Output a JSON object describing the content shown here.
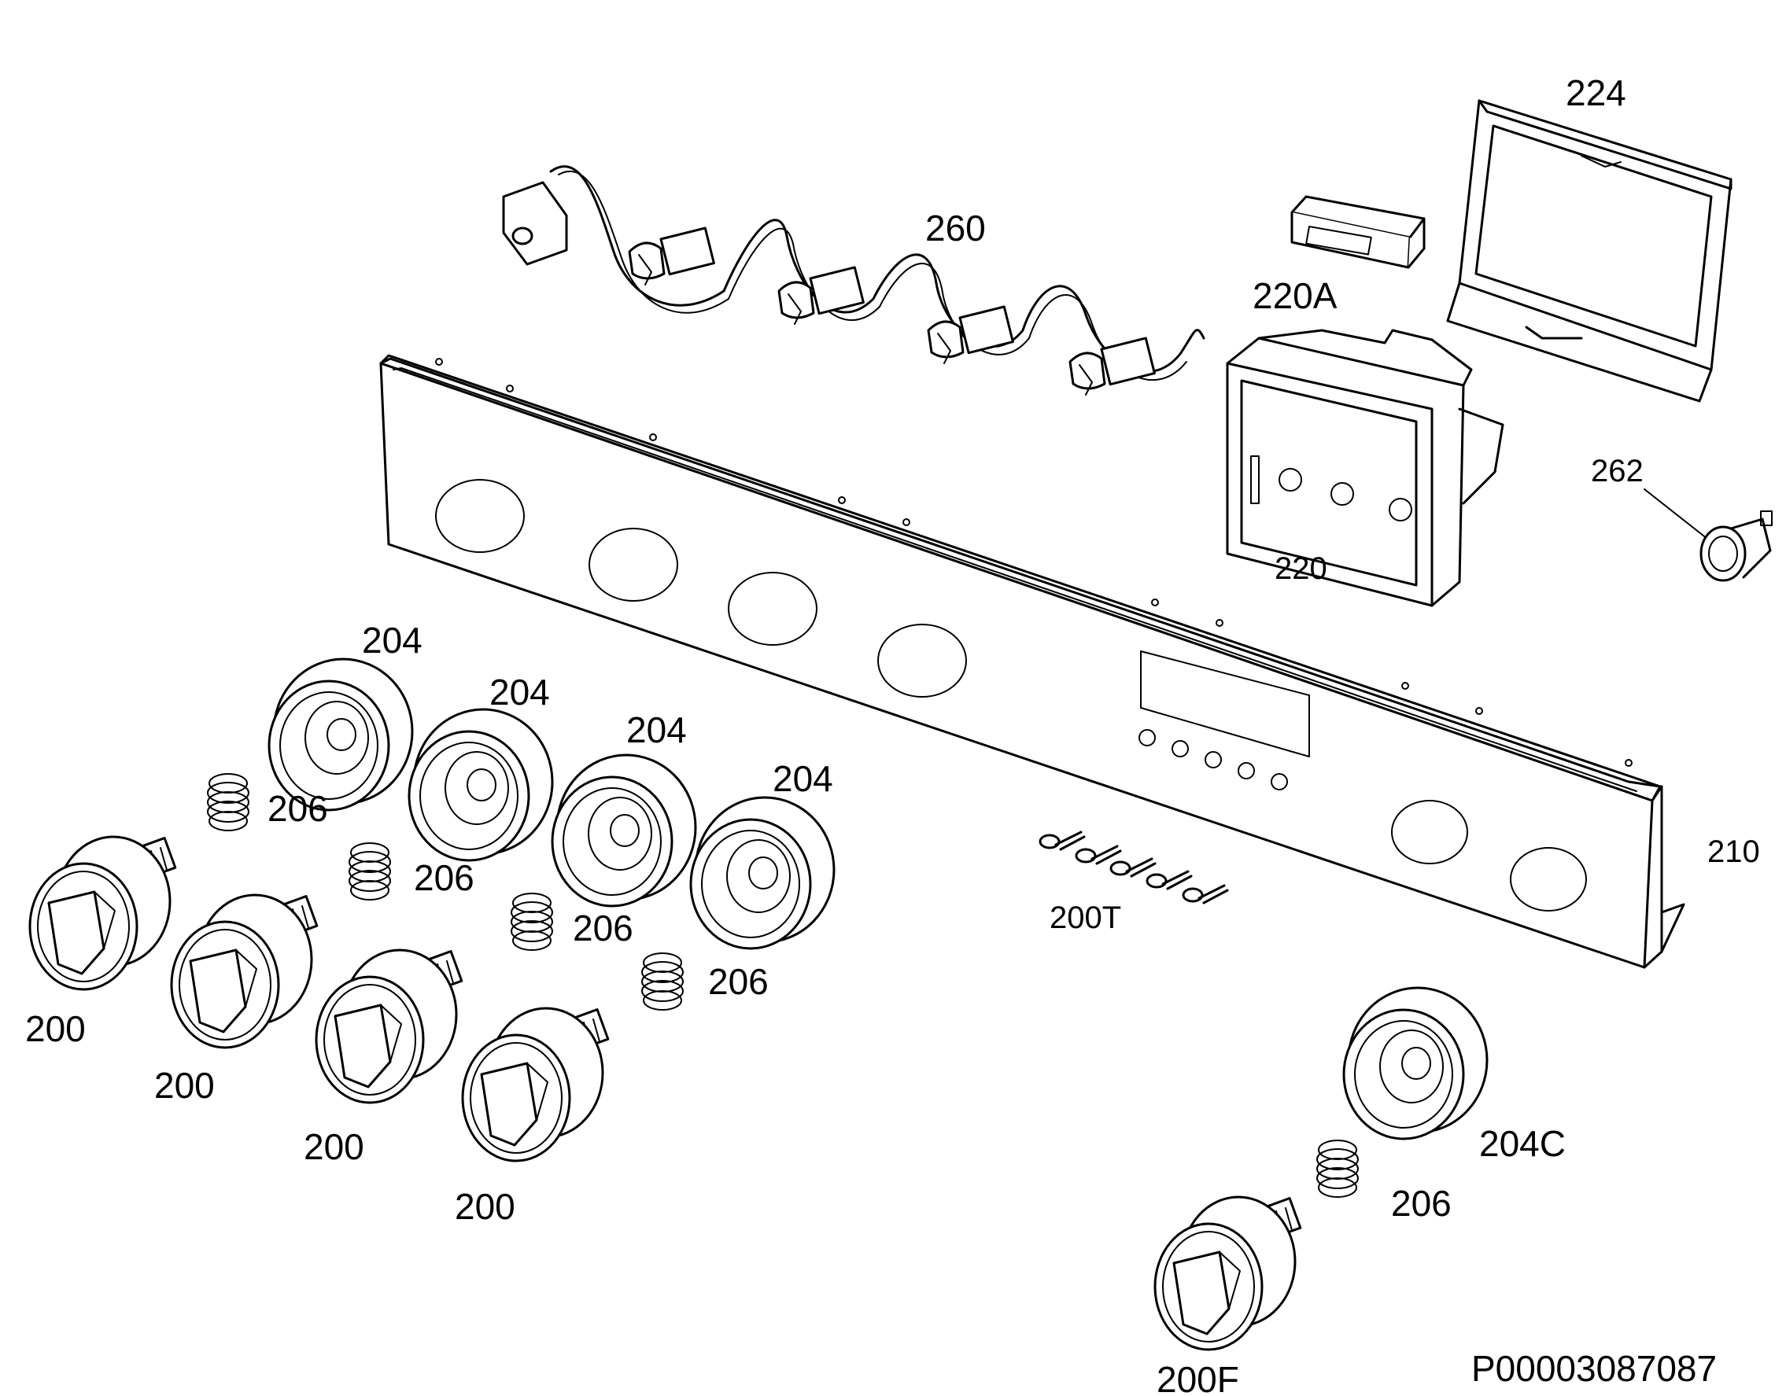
{
  "diagram": {
    "drawing_number": "P00003087087",
    "labels": {
      "p224": "224",
      "p260": "260",
      "p220A": "220A",
      "p220": "220",
      "p262": "262",
      "p210": "210",
      "p200T": "200T",
      "p204a": "204",
      "p204b": "204",
      "p204c": "204",
      "p204d": "204",
      "p206a": "206",
      "p206b": "206",
      "p206c": "206",
      "p206d": "206",
      "p206e": "206",
      "p200a": "200",
      "p200b": "200",
      "p200c": "200",
      "p200d": "200",
      "p204C": "204C",
      "p200F": "200F"
    }
  }
}
